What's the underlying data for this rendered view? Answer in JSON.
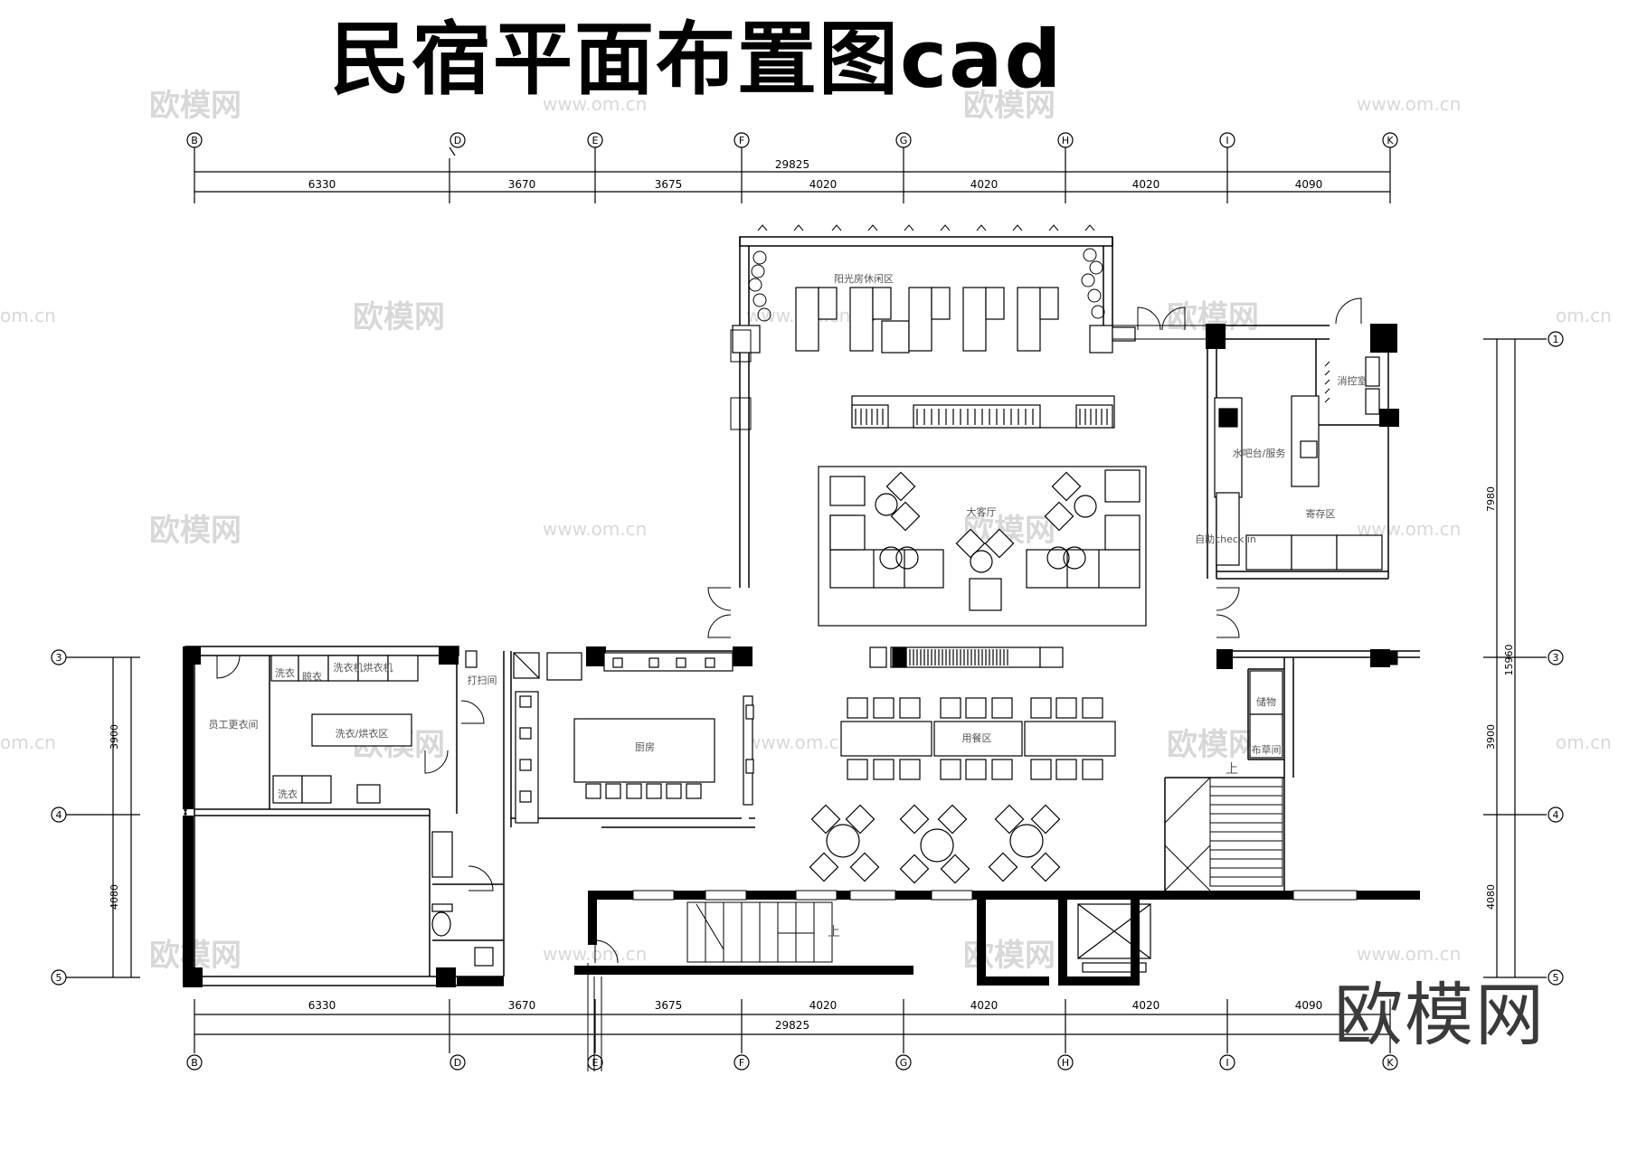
{
  "title": "民宿平面布置图cad",
  "brand": "欧模网",
  "watermarks": {
    "logo": "欧模网",
    "url": "www.om.cn",
    "partial_url": "om.cn"
  },
  "axes": {
    "columns": [
      "B",
      "D",
      "E",
      "F",
      "G",
      "H",
      "I",
      "K"
    ],
    "rows": [
      "1",
      "3",
      "4",
      "5"
    ]
  },
  "dimensions": {
    "top_total": "29825",
    "bottom_total": "29825",
    "column_spans": [
      "6330",
      "3670",
      "3675",
      "4020",
      "4020",
      "4020",
      "4090"
    ],
    "right_upper": "7980",
    "right_total": "15960",
    "right_mid": "3900",
    "right_lower": "4080",
    "left_mid": "3900",
    "left_lower": "4080"
  },
  "rooms": {
    "sunroom": "阳光房休闲区",
    "lobby": "大客厅",
    "bar": "水吧台/服务",
    "control_room": "消控室",
    "storage": "寄存区",
    "self_checkin": "自助check in",
    "dining": "用餐区",
    "kitchen": "厨房",
    "laundry": "洗衣/烘衣区",
    "staff_room": "员工更衣间",
    "cleaning": "打扫间",
    "washer": "洗衣",
    "dryer": "烘衣机",
    "clothes_rack": "晾衣",
    "wash_machine": "洗衣机",
    "small_laundry": "洗衣",
    "storage2": "储物",
    "service_room": "布草间"
  },
  "annotations": {
    "stair_up": "上",
    "stair_up_right": "上"
  },
  "colors": {
    "line": "#000000",
    "watermark": "#d6d6d6",
    "thin": "#555555"
  }
}
